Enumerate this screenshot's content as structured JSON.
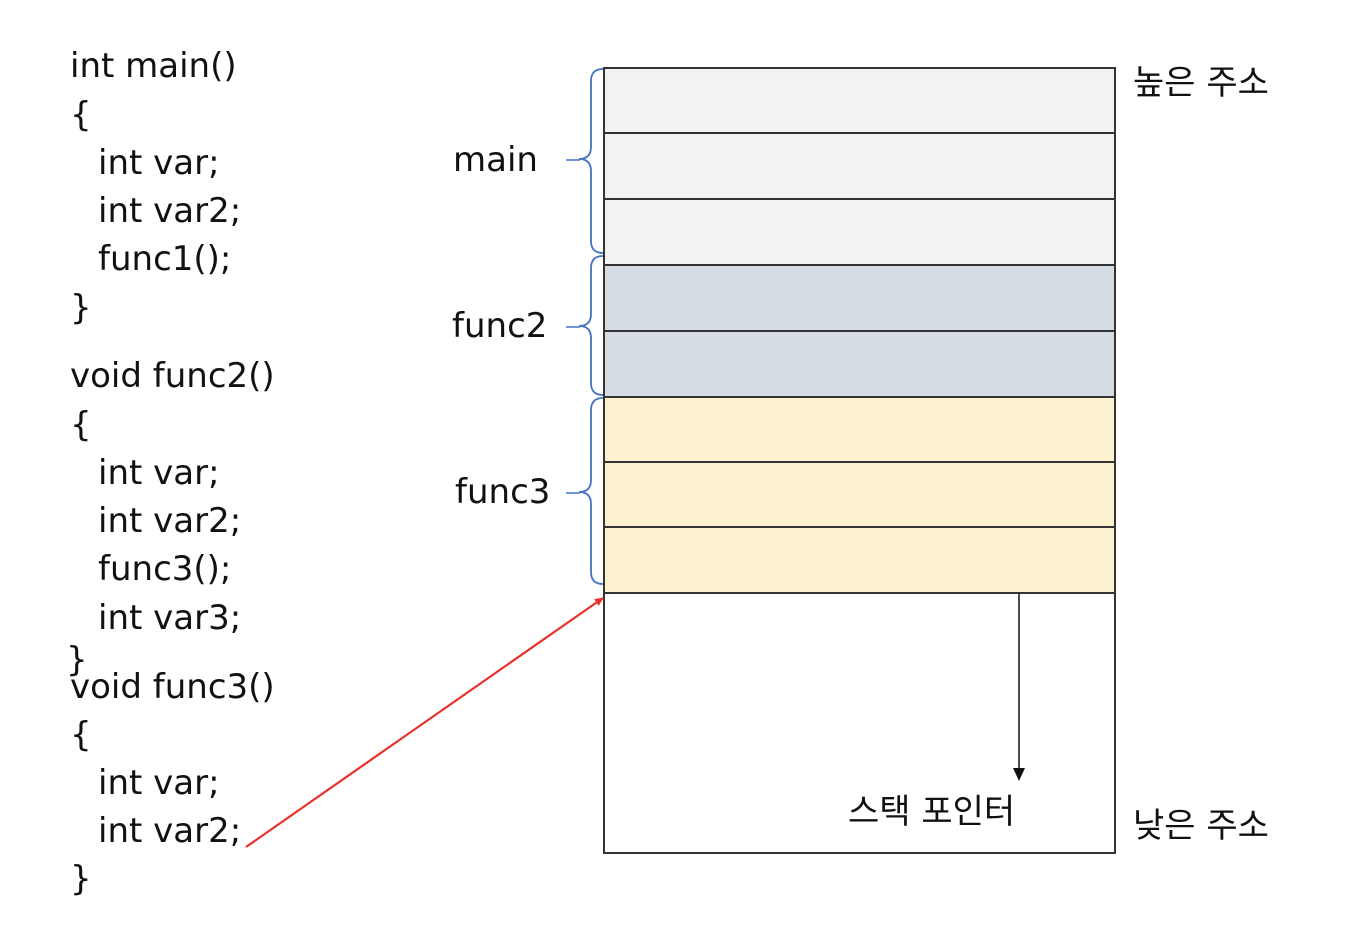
{
  "code": {
    "main_block": [
      "int main()",
      "{",
      "int var;",
      "int var2;",
      "func1();",
      "}"
    ],
    "func2_block": [
      "void func2()",
      "{",
      "int var;",
      "int var2;",
      "func3();",
      "int var3;",
      "}"
    ],
    "func3_block": [
      "void func3()",
      "{",
      "int var;",
      "int var2;",
      "}"
    ]
  },
  "stack": {
    "frames": [
      {
        "label": "main",
        "cells": 3,
        "color": "#f2f2f2"
      },
      {
        "label": "func2",
        "cells": 2,
        "color": "#d6dce4"
      },
      {
        "label": "func3",
        "cells": 3,
        "color": "#fdf2d0"
      }
    ],
    "high_address_label": "높은 주소",
    "low_address_label": "낮은 주소",
    "stack_pointer_label": "스택 포인터"
  },
  "colors": {
    "brace": "#4472c4",
    "arrow_red": "#e8312a",
    "border": "#333333",
    "empty_fill": "#ffffff"
  }
}
